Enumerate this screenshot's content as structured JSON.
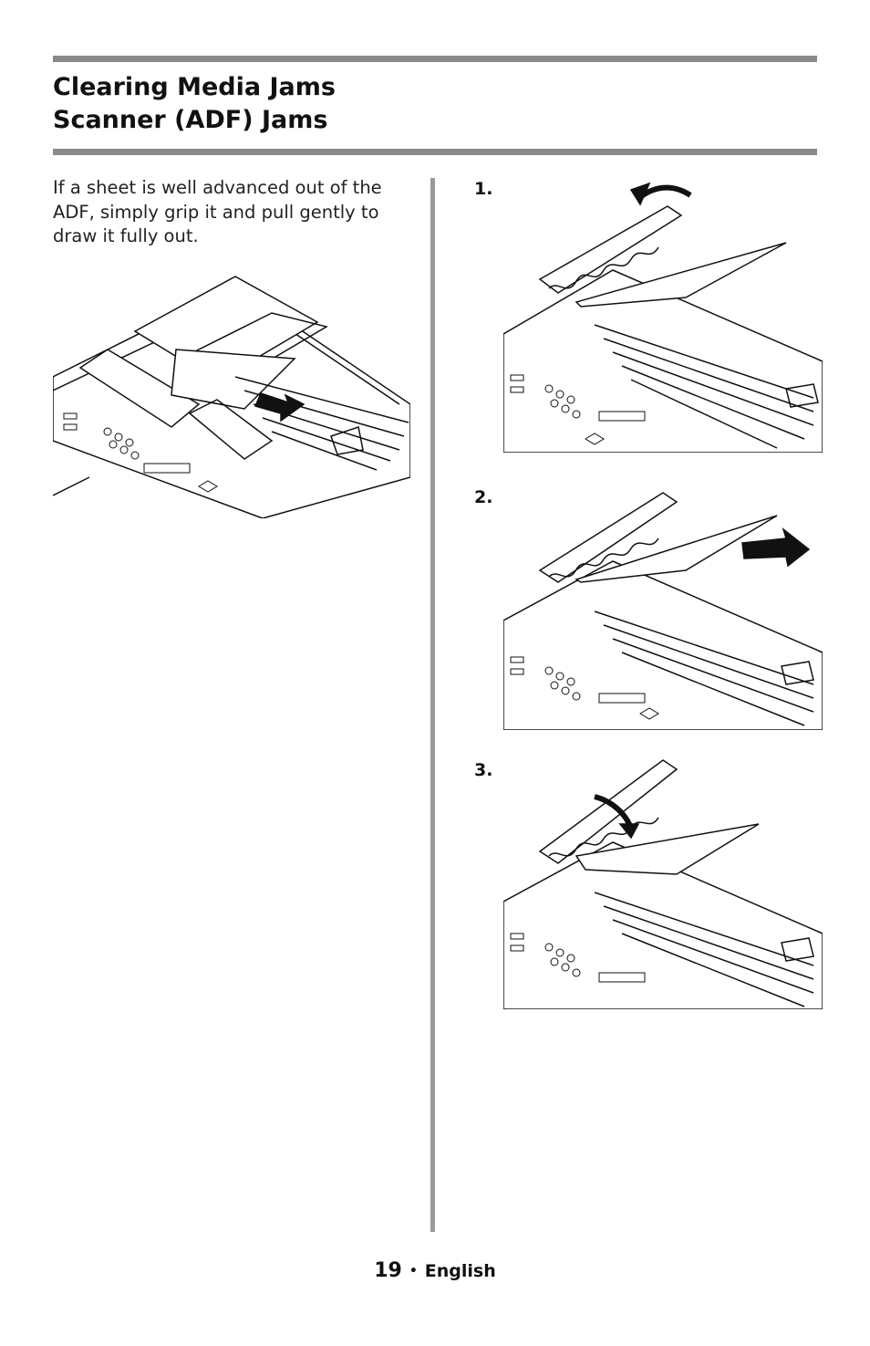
{
  "header": {
    "title_line1": "Clearing Media Jams",
    "title_line2": "Scanner (ADF) Jams"
  },
  "intro": {
    "text": "If a sheet is well advanced out of the ADF, simply grip it and pull gently to draw it fully out."
  },
  "figures": {
    "overview": {
      "icon": "adf-pull-sheet-illustration"
    },
    "steps": [
      {
        "label": "1.",
        "icon": "adf-cover-open-illustration"
      },
      {
        "label": "2.",
        "icon": "adf-remove-sheet-illustration"
      },
      {
        "label": "3.",
        "icon": "adf-cover-close-illustration"
      }
    ]
  },
  "footer": {
    "page_number": "19",
    "bullet": "•",
    "language": "English"
  }
}
